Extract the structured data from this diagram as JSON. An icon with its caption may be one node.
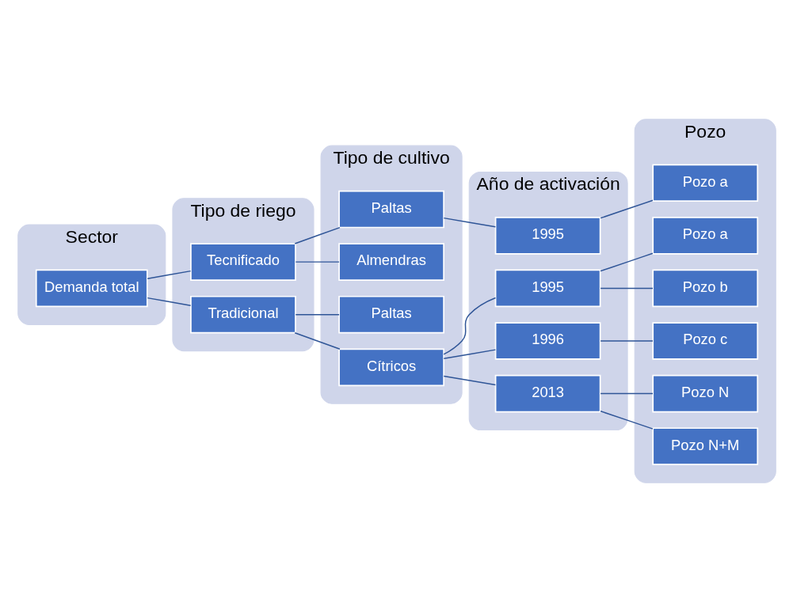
{
  "diagram": {
    "nodes": [
      {
        "text": [
          "Sector"
        ]
      },
      {
        "text": [
          "Demanda total"
        ],
        "in": 0
      },
      {
        "text": [
          "Tipo de riego"
        ]
      },
      {
        "text": [
          "Tecnificado"
        ],
        "in": 2
      },
      {
        "text": [
          "Tradicional"
        ],
        "in": 2
      },
      {
        "text": [
          "Tipo de cultivo"
        ]
      },
      {
        "text": [
          "Paltas"
        ],
        "in": 5
      },
      {
        "text": [
          "Almendras"
        ],
        "in": 5
      },
      {
        "text": [
          "Paltas"
        ],
        "in": 5
      },
      {
        "text": [
          "Cítricos"
        ],
        "in": 5
      },
      {
        "text": [
          "Año de activación"
        ]
      },
      {
        "text": [
          "1995"
        ],
        "in": 10
      },
      {
        "text": [
          "1995"
        ],
        "in": 10
      },
      {
        "text": [
          "1996"
        ],
        "in": 10
      },
      {
        "text": [
          "2013"
        ],
        "in": 10
      },
      {
        "text": [
          "Pozo"
        ]
      },
      {
        "text": [
          "Pozo a"
        ],
        "in": 15
      },
      {
        "text": [
          "Pozo a"
        ],
        "in": 15
      },
      {
        "text": [
          "Pozo b"
        ],
        "in": 15
      },
      {
        "text": [
          "Pozo c"
        ],
        "in": 15
      },
      {
        "text": [
          "Pozo N"
        ],
        "in": 15
      },
      {
        "text": [
          "Pozo N+M"
        ],
        "in": 15
      }
    ],
    "edges": [
      {
        "from": 1,
        "to": 3,
        "arrow": "none"
      },
      {
        "from": 1,
        "to": 4,
        "arrow": "none"
      },
      {
        "from": 3,
        "to": 6,
        "arrow": "none"
      },
      {
        "from": 3,
        "to": 7,
        "arrow": "none"
      },
      {
        "from": 4,
        "to": 8,
        "arrow": "none"
      },
      {
        "from": 4,
        "to": 9,
        "arrow": "none"
      },
      {
        "from": 6,
        "to": 11,
        "arrow": "none"
      },
      {
        "from": 9,
        "to": 12,
        "arrow": "none"
      },
      {
        "from": 9,
        "to": 13,
        "arrow": "none"
      },
      {
        "from": 9,
        "to": 14,
        "arrow": "none"
      },
      {
        "from": 11,
        "to": 16,
        "arrow": "none"
      },
      {
        "from": 12,
        "to": 17,
        "arrow": "none"
      },
      {
        "from": 12,
        "to": 18,
        "arrow": "none"
      },
      {
        "from": 13,
        "to": 19,
        "arrow": "none"
      },
      {
        "from": 14,
        "to": 20,
        "arrow": "none"
      },
      {
        "from": 14,
        "to": 21,
        "arrow": "none"
      }
    ]
  }
}
